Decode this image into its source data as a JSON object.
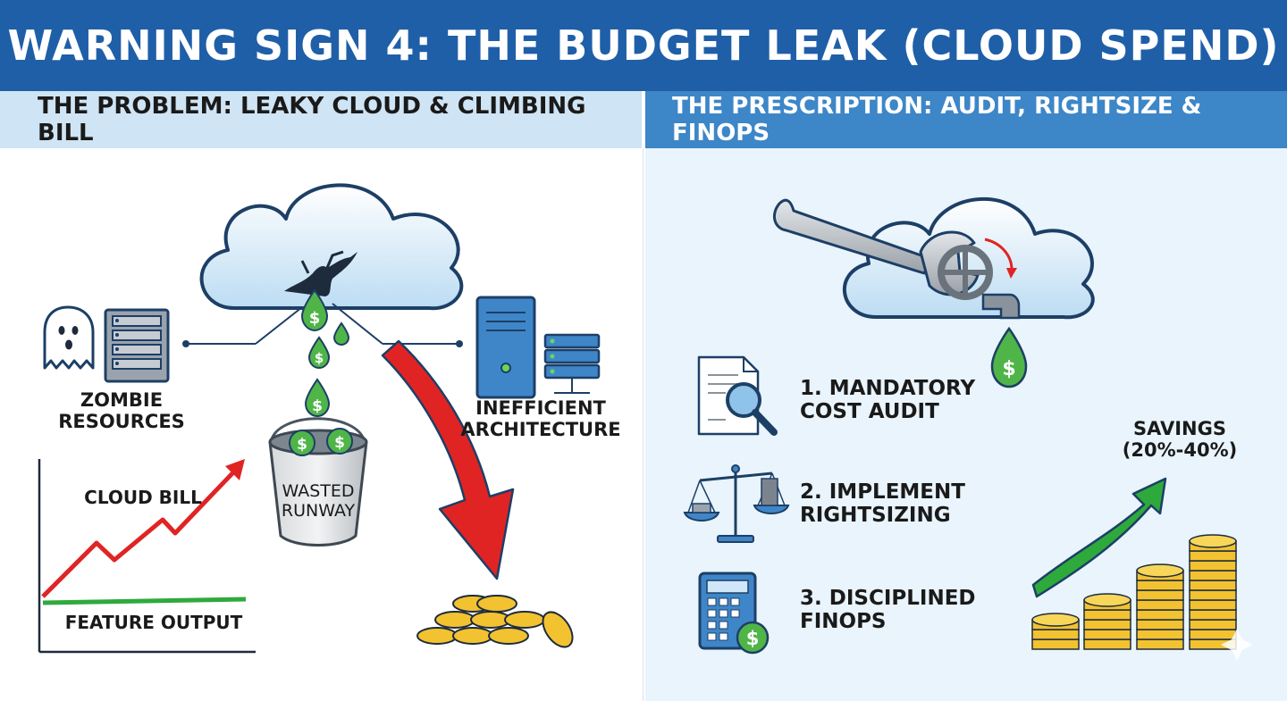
{
  "title": "WARNING SIGN 4: THE BUDGET LEAK (CLOUD SPEND)",
  "problem": {
    "heading": "THE PROBLEM: LEAKY CLOUD & CLIMBING BILL",
    "zombie_line1": "ZOMBIE",
    "zombie_line2": "RESOURCES",
    "inefficient_line1": "INEFFICIENT",
    "inefficient_line2": "ARCHITECTURE",
    "bucket_line1": "WASTED",
    "bucket_line2": "RUNWAY",
    "chart_bill_label": "CLOUD BILL",
    "chart_output_label": "FEATURE OUTPUT"
  },
  "prescription": {
    "heading": "THE PRESCRIPTION: AUDIT, RIGHTSIZE & FINOPS",
    "steps": [
      {
        "line1": "1. MANDATORY",
        "line2": "COST AUDIT",
        "icon": "magnifier-document-icon"
      },
      {
        "line1": "2. IMPLEMENT",
        "line2": "RIGHTSIZING",
        "icon": "balance-scale-icon"
      },
      {
        "line1": "3. DISCIPLINED",
        "line2": "FINOPS",
        "icon": "calculator-icon"
      }
    ],
    "savings_line1": "SAVINGS",
    "savings_line2": "(20%-40%)"
  },
  "colors": {
    "title_bar": "#1f5fa8",
    "left_header": "#cfe4f4",
    "right_header": "#3d86c8",
    "right_panel": "#e9f4fc",
    "red_arrow": "#e02424",
    "green_arrow": "#2eaa3c",
    "coin": "#f2c230"
  }
}
